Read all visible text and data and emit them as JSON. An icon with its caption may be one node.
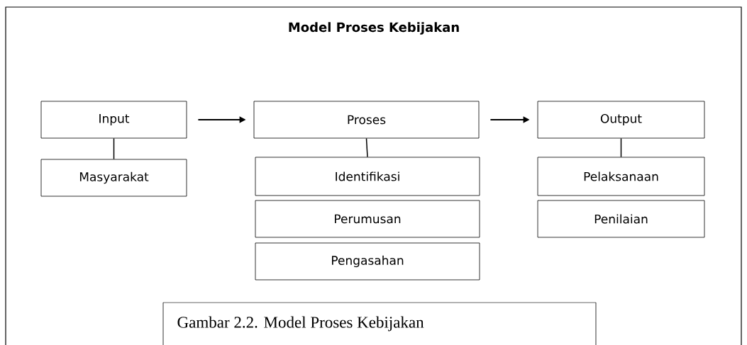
{
  "diagram": {
    "title": "Model Proses Kebijakan",
    "caption": "Gambar 2.2. Model Proses Kebijakan",
    "nodes": [
      {
        "text": [
          "Input"
        ]
      },
      {
        "text": [
          "Proses"
        ]
      },
      {
        "text": [
          "Output"
        ]
      },
      {
        "text": [
          "Masyarakat"
        ]
      },
      {
        "text": [
          "Identifikasi"
        ]
      },
      {
        "text": [
          "Perumusan"
        ]
      },
      {
        "text": [
          "Pengasahan"
        ]
      },
      {
        "text": [
          "Pelaksanaan"
        ]
      },
      {
        "text": [
          "Penilaian"
        ]
      }
    ],
    "edges": [
      {
        "from": 0,
        "to": 1,
        "arrow": "to"
      },
      {
        "from": 1,
        "to": 2,
        "arrow": "to"
      },
      {
        "from": 0,
        "to": 3,
        "arrow": "none"
      },
      {
        "from": 1,
        "to": 4,
        "arrow": "none"
      },
      {
        "from": 2,
        "to": 7,
        "arrow": "none"
      }
    ]
  }
}
